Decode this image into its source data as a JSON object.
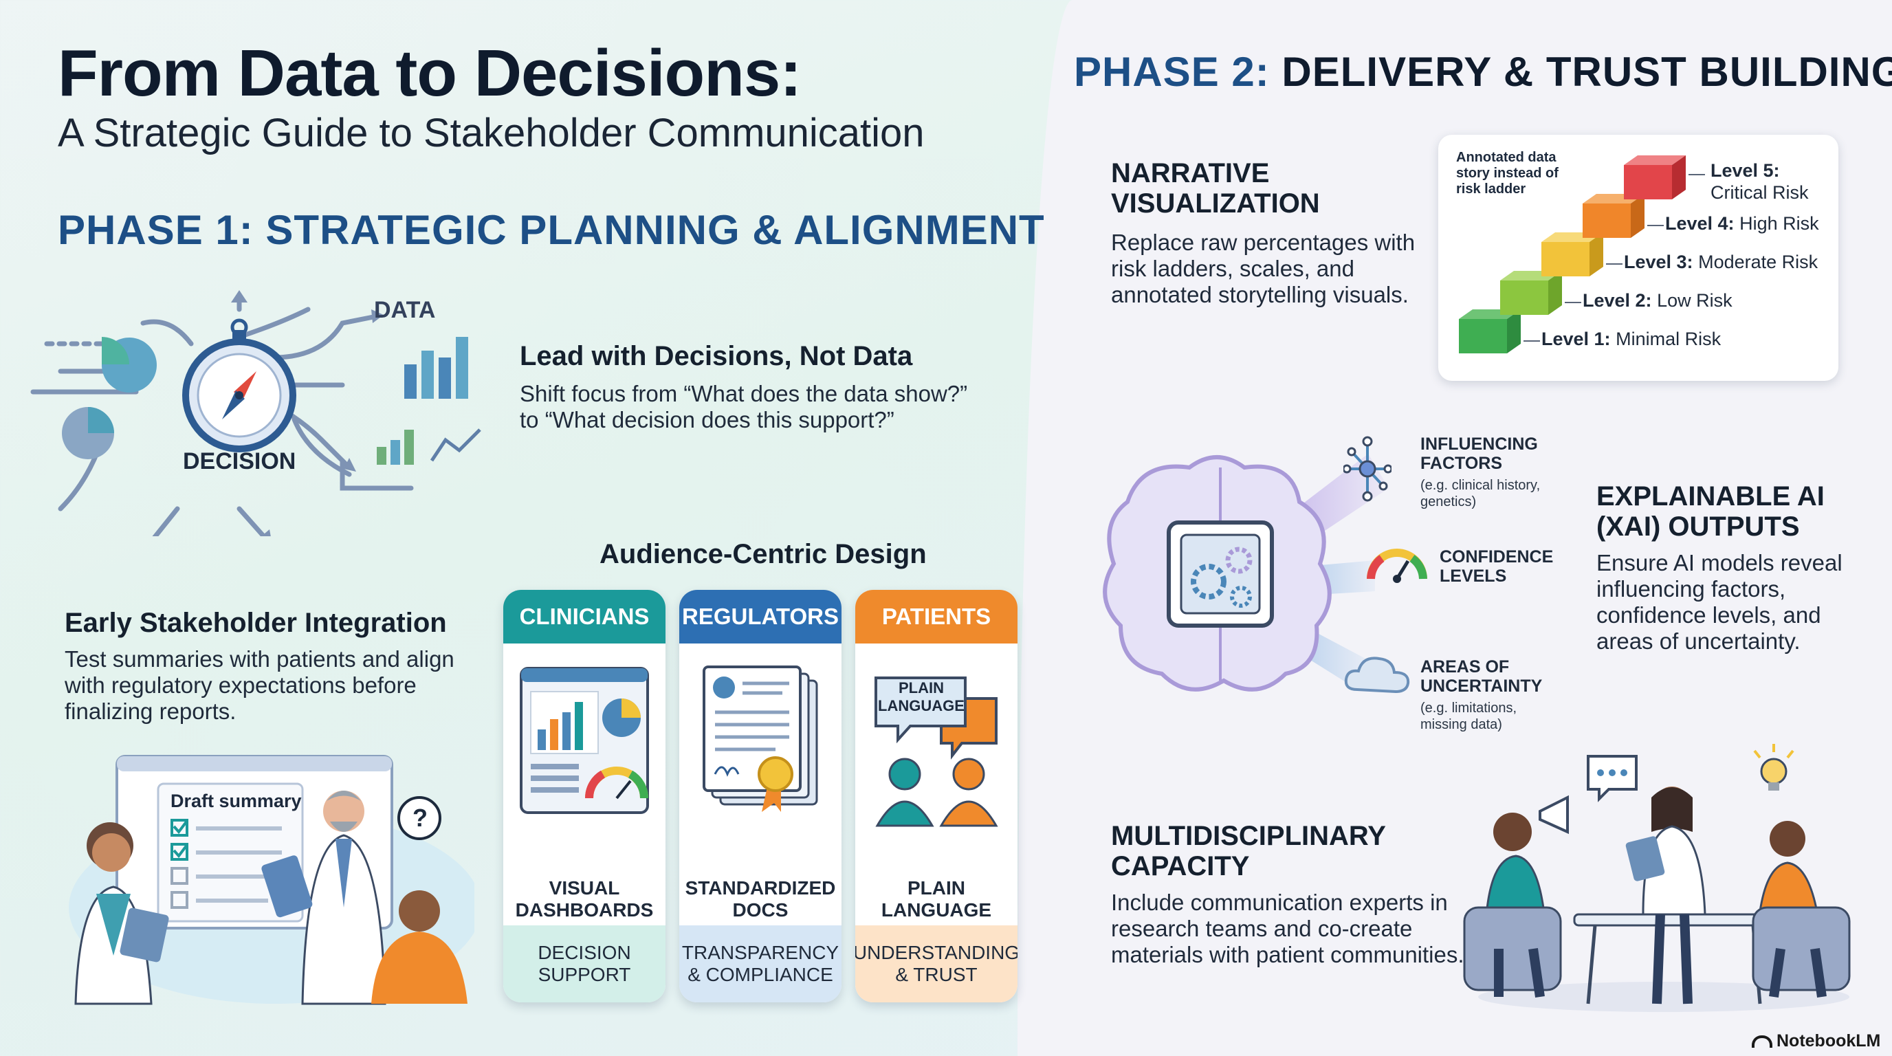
{
  "header": {
    "title": "From Data to Decisions:",
    "subtitle": "A Strategic Guide to Stakeholder Communication"
  },
  "phase1": {
    "heading": "PHASE 1: STRATEGIC PLANNING & ALIGNMENT",
    "diagram": {
      "data_label": "DATA",
      "decision_label": "DECISION"
    },
    "lead": {
      "title": "Lead with Decisions, Not Data",
      "text": "Shift focus from “What does the data show?” to “What decision does this support?”"
    },
    "early": {
      "title": "Early Stakeholder Integration",
      "text": "Test summaries with patients and align with regulatory expectations before finalizing reports.",
      "board_label": "Draft summary"
    },
    "audience": {
      "title": "Audience-Centric Design",
      "cards": [
        {
          "head": "CLINICIANS",
          "label": "VISUAL\nDASHBOARDS",
          "foot": "DECISION\nSUPPORT",
          "color": "#1b9a9a",
          "foot_color": "#d3efe9"
        },
        {
          "head": "REGULATORS",
          "label": "STANDARDIZED\nDOCS",
          "foot": "TRANSPARENCY\n& COMPLIANCE",
          "color": "#2d6fb3",
          "foot_color": "#d6e6f5"
        },
        {
          "head": "PATIENTS",
          "label": "PLAIN\nLANGUAGE",
          "foot": "UNDERSTANDING\n& TRUST",
          "color": "#ef8a2c",
          "foot_color": "#fde3c8"
        }
      ],
      "bubble_text": "PLAIN\nLANGUAGE"
    }
  },
  "phase2": {
    "heading_part1": "PHASE 2:",
    "heading_part2": "DELIVERY & TRUST BUILDING",
    "narrative": {
      "title": "NARRATIVE\nVISUALIZATION",
      "text": "Replace raw percentages with risk ladders, scales, and annotated storytelling visuals."
    },
    "risk_ladder": {
      "caption": "Annotated data story instead of risk ladder",
      "levels": [
        {
          "name": "Level 1:",
          "desc": "Minimal Risk",
          "color": "#3fae52"
        },
        {
          "name": "Level 2:",
          "desc": "Low Risk",
          "color": "#8cc63f"
        },
        {
          "name": "Level 3:",
          "desc": "Moderate Risk",
          "color": "#f2c33a"
        },
        {
          "name": "Level 4:",
          "desc": "High Risk",
          "color": "#f0862a"
        },
        {
          "name": "Level 5:",
          "desc": "Critical Risk",
          "color": "#e2454a"
        }
      ]
    },
    "xai": {
      "title": "EXPLAINABLE AI\n(XAI) OUTPUTS",
      "text": "Ensure AI models reveal influencing factors, confidence levels, and areas of uncertainty.",
      "factors": [
        {
          "title": "INFLUENCING\nFACTORS",
          "sub": "(e.g. clinical history,\ngenetics)"
        },
        {
          "title": "CONFIDENCE\nLEVELS",
          "sub": ""
        },
        {
          "title": "AREAS OF\nUNCERTAINTY",
          "sub": "(e.g. limitations,\nmissing data)"
        }
      ]
    },
    "multi": {
      "title": "MULTIDISCIPLINARY\nCAPACITY",
      "text": "Include communication experts in research teams and co-create materials with patient communities."
    }
  },
  "brand": "NotebookLM"
}
